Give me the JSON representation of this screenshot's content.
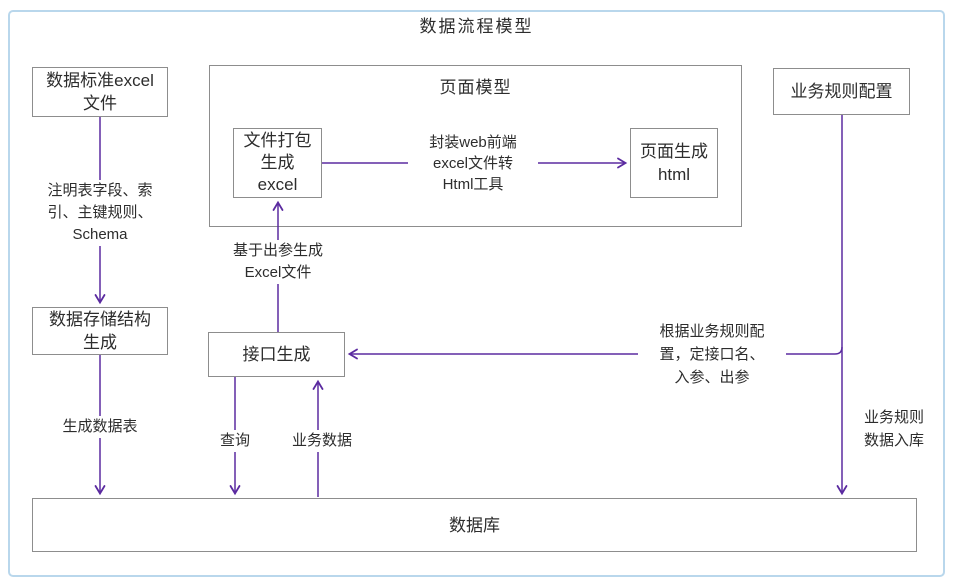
{
  "title": "数据流程模型",
  "nodes": {
    "excel_file": {
      "lines": [
        "数据标准excel",
        "文件"
      ]
    },
    "page_model": {
      "label": "页面模型"
    },
    "file_pack": {
      "lines": [
        "文件打包",
        "生成",
        "excel"
      ]
    },
    "page_gen": {
      "lines": [
        "页面生成",
        "html"
      ]
    },
    "biz_rule": {
      "label": "业务规则配置"
    },
    "storage_gen": {
      "lines": [
        "数据存储结构",
        "生成"
      ]
    },
    "api_gen": {
      "label": "接口生成"
    },
    "database": {
      "label": "数据库"
    }
  },
  "edge_labels": {
    "schema_note": {
      "lines": [
        "注明表字段、索",
        "引、主键规则、",
        "Schema"
      ]
    },
    "gen_table": "生成数据表",
    "gen_excel": {
      "lines": [
        "基于出参生成",
        "Excel文件"
      ]
    },
    "web_tool": {
      "lines": [
        "封装web前端",
        "excel文件转",
        "Html工具"
      ]
    },
    "rule_config": {
      "lines": [
        "根据业务规则配",
        "置，定接口名、",
        "入参、出参"
      ]
    },
    "query": "查询",
    "biz_data": "业务数据",
    "rule_store": {
      "lines": [
        "业务规则",
        "数据入库"
      ]
    }
  },
  "colors": {
    "canvas_border": "#b9d7ec",
    "box_border": "#8d8d8d",
    "arrow": "#5b2ba0",
    "text": "#2d2d2d"
  }
}
